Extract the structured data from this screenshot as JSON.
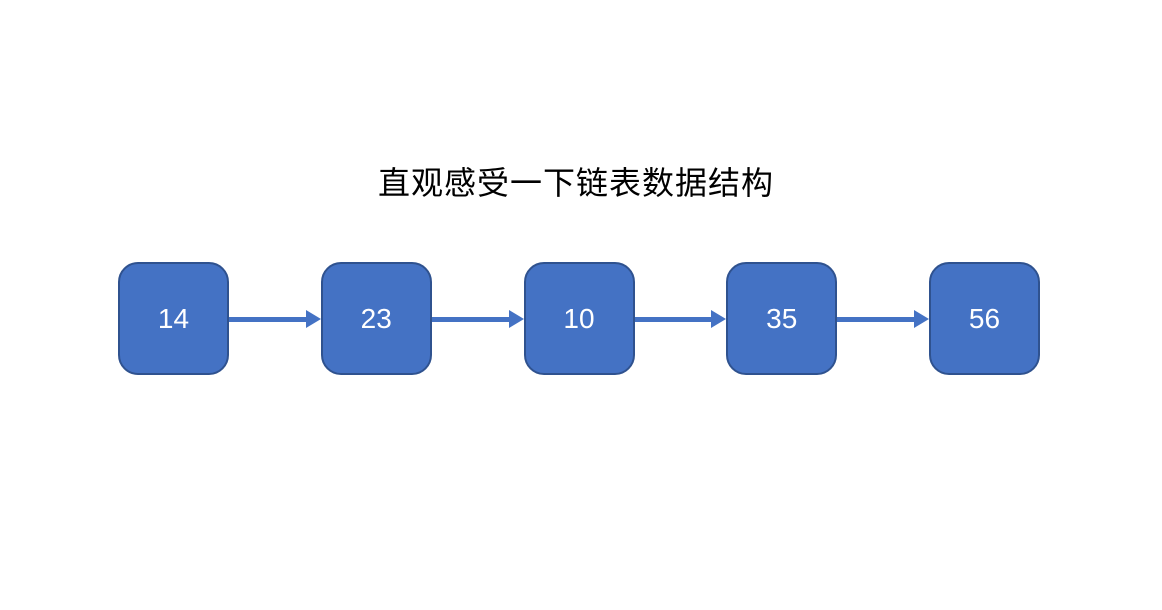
{
  "title": "直观感受一下链表数据结构",
  "diagram": {
    "type": "linked-list",
    "nodes": [
      "14",
      "23",
      "10",
      "35",
      "56"
    ],
    "connections": [
      {
        "from": "14",
        "to": "23"
      },
      {
        "from": "23",
        "to": "10"
      },
      {
        "from": "10",
        "to": "35"
      },
      {
        "from": "35",
        "to": "56"
      }
    ]
  },
  "colors": {
    "node_fill": "#4472C4",
    "node_border": "#2F528F",
    "arrow": "#4472C4",
    "node_text": "#FFFFFF",
    "title_text": "#000000",
    "background": "#FFFFFF"
  }
}
